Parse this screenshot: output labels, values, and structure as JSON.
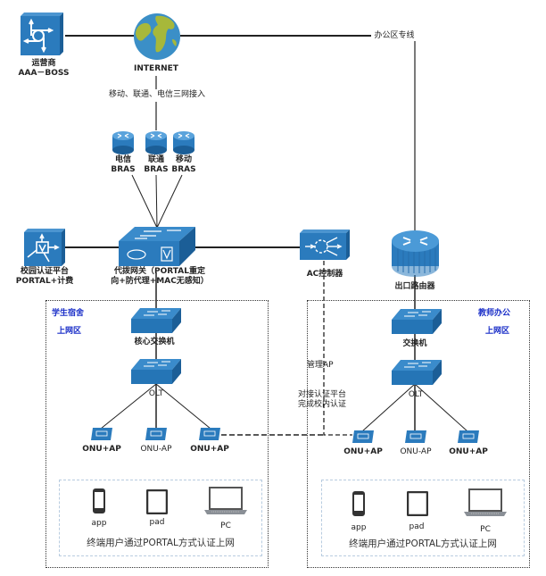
{
  "colors": {
    "device_blue": "#2b7bbd",
    "device_dark": "#1b5e97",
    "zone_label_blue": "#1a2ec8",
    "globe_ocean": "#3b8fc7",
    "globe_land": "#a7b83a"
  },
  "top": {
    "operator": {
      "line1": "运营商",
      "line2": "AAA－BOSS",
      "icon": "aaa-server-icon"
    },
    "internet": {
      "label": "INTERNET",
      "icon": "globe-icon"
    },
    "access_note": "移动、联通、电信三网接入",
    "office_line": "办公区专线"
  },
  "bras": [
    {
      "line1": "电信",
      "line2": "BRAS"
    },
    {
      "line1": "联通",
      "line2": "BRAS"
    },
    {
      "line1": "移动",
      "line2": "BRAS"
    }
  ],
  "middle": {
    "auth_platform": {
      "line1": "校园认证平台",
      "line2": "PORTAL+计费"
    },
    "gateway": {
      "line1": "代拨网关（PORTAL重定",
      "line2": "向+防代理+MAC无感知）"
    },
    "ac": {
      "label": "AC控制器"
    },
    "router": {
      "label": "出口路由器"
    }
  },
  "zones": {
    "student": {
      "title": "学生宿舍",
      "subtitle": "上网区",
      "core_switch": "核心交换机",
      "olt": "OLT",
      "onus": [
        "ONU+AP",
        "ONU-AP",
        "ONU+AP"
      ],
      "terminals": [
        "app",
        "pad",
        "PC"
      ],
      "footer": "终端用户通过PORTAL方式认证上网"
    },
    "teacher": {
      "title": "教师办公",
      "subtitle": "上网区",
      "switch": "交换机",
      "olt": "OLT",
      "onus": [
        "ONU+AP",
        "ONU-AP",
        "ONU+AP"
      ],
      "terminals": [
        "app",
        "pad",
        "PC"
      ],
      "footer": "终端用户通过PORTAL方式认证上网"
    }
  },
  "annotations": {
    "manage_ap": "管理AP",
    "auth_note_1": "对接认证平台",
    "auth_note_2": "完成校内认证"
  }
}
